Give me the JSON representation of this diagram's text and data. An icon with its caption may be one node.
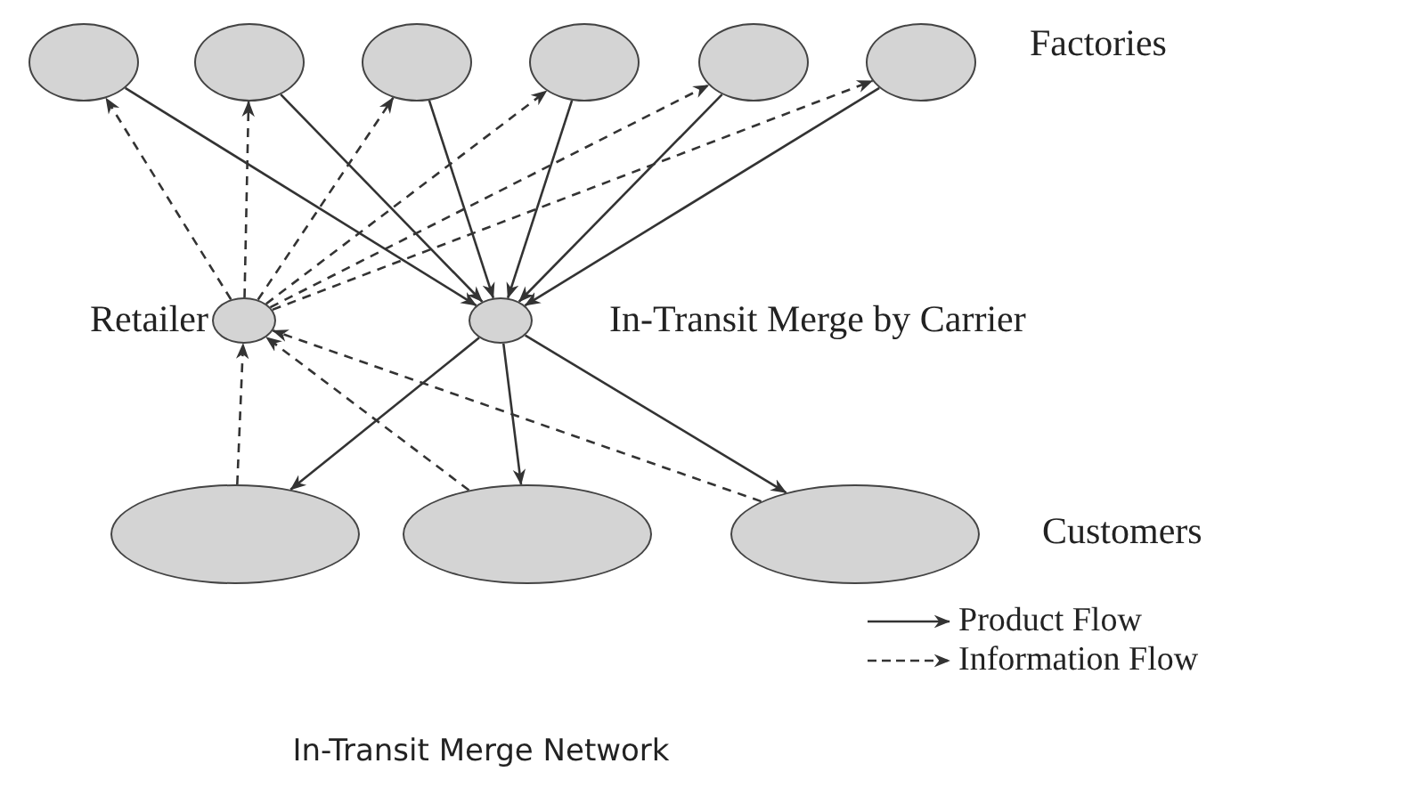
{
  "diagram": {
    "caption": "In-Transit Merge Network",
    "nodes": [
      {
        "text": [],
        "shape": "ellipse"
      },
      {
        "text": [],
        "shape": "ellipse"
      },
      {
        "text": [],
        "shape": "ellipse"
      },
      {
        "text": [],
        "shape": "ellipse"
      },
      {
        "text": [],
        "shape": "ellipse"
      },
      {
        "text": [],
        "shape": "ellipse"
      },
      {
        "text": [],
        "shape": "ellipse",
        "beside": [
          "Retailer"
        ]
      },
      {
        "text": [],
        "shape": "ellipse",
        "beside": [
          "In-Transit Merge by Carrier"
        ]
      },
      {
        "text": [],
        "shape": "ellipse"
      },
      {
        "text": [],
        "shape": "ellipse"
      },
      {
        "text": [],
        "shape": "ellipse"
      }
    ],
    "edges": [
      {
        "from": 6,
        "to": 0,
        "arrow": "to",
        "style": "dashed"
      },
      {
        "from": 6,
        "to": 1,
        "arrow": "to",
        "style": "dashed"
      },
      {
        "from": 6,
        "to": 2,
        "arrow": "to",
        "style": "dashed"
      },
      {
        "from": 6,
        "to": 3,
        "arrow": "to",
        "style": "dashed"
      },
      {
        "from": 6,
        "to": 4,
        "arrow": "to",
        "style": "dashed"
      },
      {
        "from": 6,
        "to": 5,
        "arrow": "to",
        "style": "dashed"
      },
      {
        "from": 0,
        "to": 7,
        "arrow": "to"
      },
      {
        "from": 1,
        "to": 7,
        "arrow": "to"
      },
      {
        "from": 2,
        "to": 7,
        "arrow": "to"
      },
      {
        "from": 3,
        "to": 7,
        "arrow": "to"
      },
      {
        "from": 4,
        "to": 7,
        "arrow": "to"
      },
      {
        "from": 5,
        "to": 7,
        "arrow": "to"
      },
      {
        "from": 7,
        "to": 8,
        "arrow": "to"
      },
      {
        "from": 7,
        "to": 9,
        "arrow": "to"
      },
      {
        "from": 7,
        "to": 10,
        "arrow": "to"
      },
      {
        "from": 8,
        "to": 6,
        "arrow": "to",
        "style": "dashed"
      },
      {
        "from": 9,
        "to": 6,
        "arrow": "to",
        "style": "dashed"
      },
      {
        "from": 10,
        "to": 6,
        "arrow": "to",
        "style": "dashed"
      }
    ],
    "labels": [
      "Factories",
      "Customers"
    ],
    "legend": [
      {
        "text": "Product Flow"
      },
      {
        "text": "Information Flow"
      }
    ]
  }
}
